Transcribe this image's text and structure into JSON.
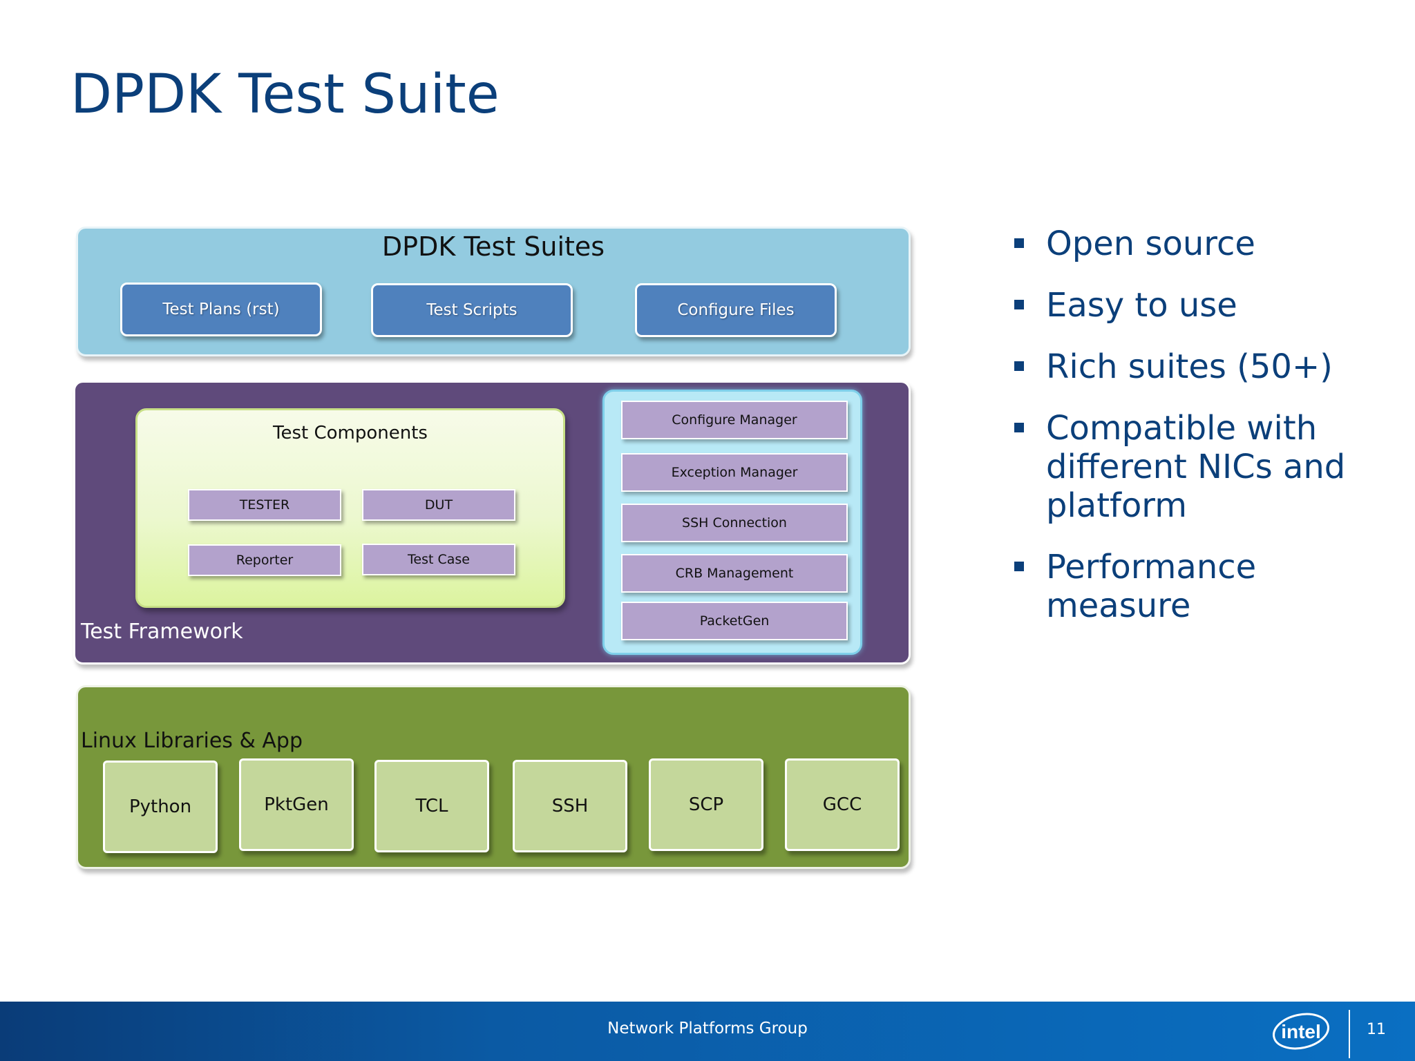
{
  "slide": {
    "title": "DPDK Test Suite",
    "page_number": "11",
    "footer_text": "Network Platforms Group",
    "logo_text": "intel",
    "colors": {
      "title": "#0b3f7a",
      "suites_layer": "#93cbe0",
      "framework_layer": "#5f4a7b",
      "linux_layer": "#78973b",
      "footer": "#0a6fc2"
    }
  },
  "diagram": {
    "suites": {
      "title": "DPDK Test Suites",
      "items": [
        "Test Plans (rst)",
        "Test Scripts",
        "Configure Files"
      ]
    },
    "framework": {
      "label": "Test Framework",
      "components": {
        "title": "Test Components",
        "items": [
          "TESTER",
          "DUT",
          "Reporter",
          "Test Case"
        ]
      },
      "managers": [
        "Configure Manager",
        "Exception Manager",
        "SSH Connection",
        "CRB Management",
        "PacketGen"
      ]
    },
    "linux": {
      "label": "Linux Libraries & App",
      "items": [
        "Python",
        "PktGen",
        "TCL",
        "SSH",
        "SCP",
        "GCC"
      ]
    }
  },
  "bullets": [
    "Open source",
    "Easy to use",
    "Rich suites (50+)",
    "Compatible with different NICs and platform",
    "Performance measure"
  ]
}
